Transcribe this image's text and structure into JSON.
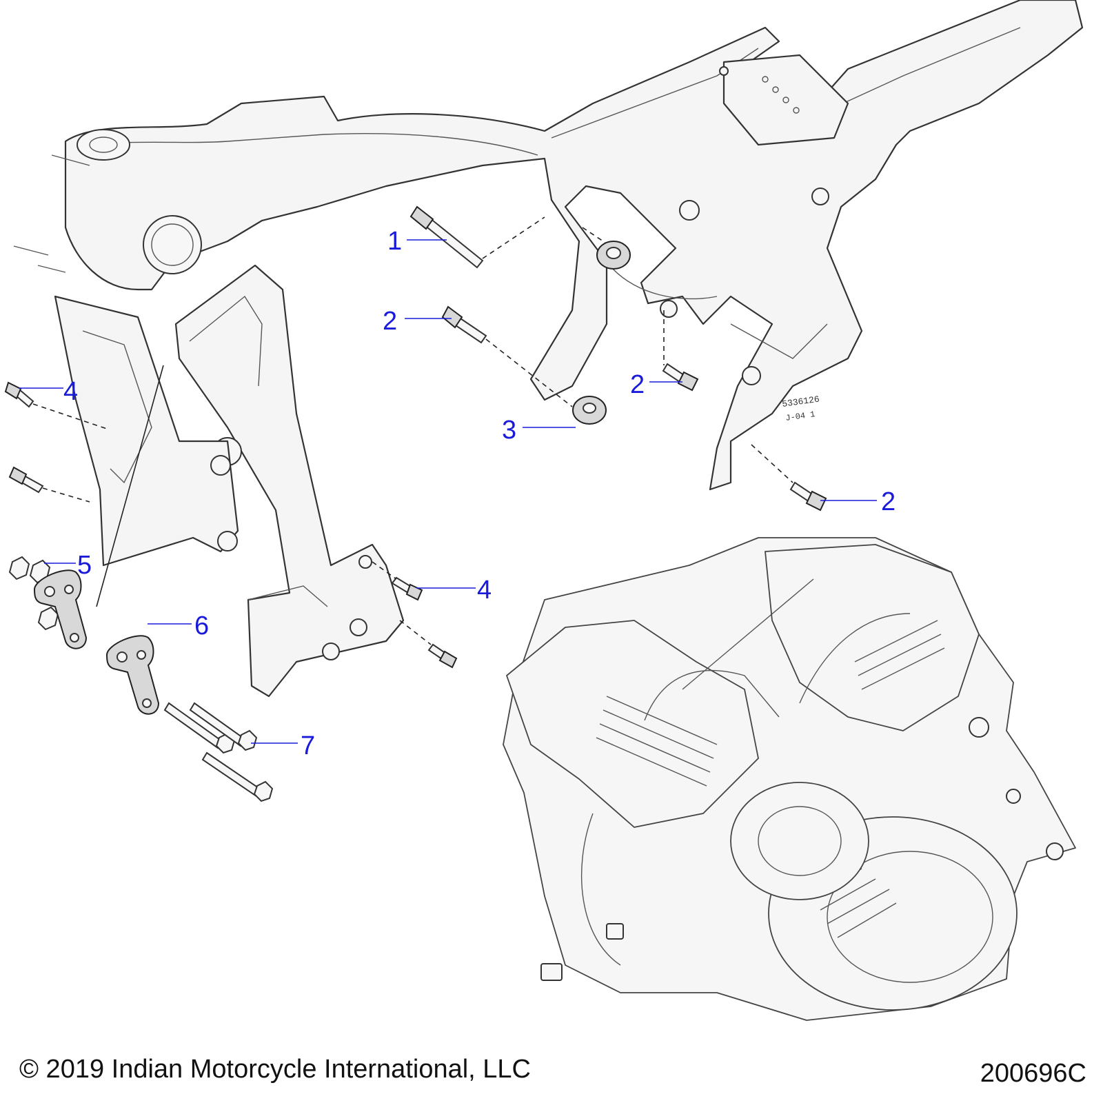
{
  "callouts": [
    {
      "id": "c1a",
      "label": "1"
    },
    {
      "id": "c2a",
      "label": "2"
    },
    {
      "id": "c2b",
      "label": "2"
    },
    {
      "id": "c2c",
      "label": "2"
    },
    {
      "id": "c3a",
      "label": "3"
    },
    {
      "id": "c4a",
      "label": "4"
    },
    {
      "id": "c4b",
      "label": "4"
    },
    {
      "id": "c5a",
      "label": "5"
    },
    {
      "id": "c6a",
      "label": "6"
    },
    {
      "id": "c7a",
      "label": "7"
    }
  ],
  "colors": {
    "callout": "#1a1adb",
    "line": "#222222"
  },
  "frame_stamp": {
    "part_number": "5336126",
    "mark": "J-04  1"
  },
  "footer": {
    "copyright": "© 2019 Indian Motorcycle International, LLC",
    "drawing_number": "200696C"
  }
}
